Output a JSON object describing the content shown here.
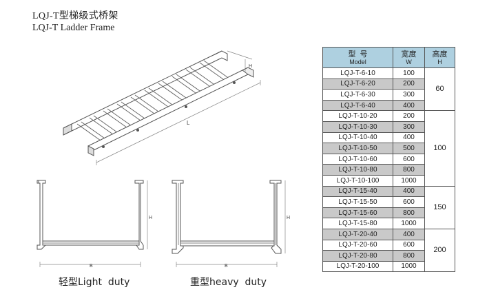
{
  "header": {
    "title_cn": "LQJ-T型梯级式桥架",
    "title_en": "LQJ-T Ladder Frame"
  },
  "diagram": {
    "length_label": "L",
    "height_label": "H",
    "width_label": "B"
  },
  "captions": {
    "light": "轻型Light  duty",
    "heavy": "重型heavy  duty"
  },
  "table": {
    "headers": {
      "model_cn": "型  号",
      "model_en": "Model",
      "width_cn": "宽度",
      "width_en": "W",
      "height_cn": "高度",
      "height_en": "H"
    },
    "rows": [
      {
        "model": "LQJ-T-6-10",
        "w": "100",
        "shade": false
      },
      {
        "model": "LQJ-T-6-20",
        "w": "200",
        "shade": true
      },
      {
        "model": "LQJ-T-6-30",
        "w": "300",
        "shade": false
      },
      {
        "model": "LQJ-T-6-40",
        "w": "400",
        "shade": true
      },
      {
        "model": "LQJ-T-10-20",
        "w": "200",
        "shade": false
      },
      {
        "model": "LQJ-T-10-30",
        "w": "300",
        "shade": true
      },
      {
        "model": "LQJ-T-10-40",
        "w": "400",
        "shade": false
      },
      {
        "model": "LQJ-T-10-50",
        "w": "500",
        "shade": true
      },
      {
        "model": "LQJ-T-10-60",
        "w": "600",
        "shade": false
      },
      {
        "model": "LQJ-T-10-80",
        "w": "800",
        "shade": true
      },
      {
        "model": "LQJ-T-10-100",
        "w": "1000",
        "shade": false
      },
      {
        "model": "LQJ-T-15-40",
        "w": "400",
        "shade": true
      },
      {
        "model": "LQJ-T-15-50",
        "w": "600",
        "shade": false
      },
      {
        "model": "LQJ-T-15-60",
        "w": "800",
        "shade": true
      },
      {
        "model": "LQJ-T-15-80",
        "w": "1000",
        "shade": false
      },
      {
        "model": "LQJ-T-20-40",
        "w": "400",
        "shade": true
      },
      {
        "model": "LQJ-T-20-60",
        "w": "600",
        "shade": false
      },
      {
        "model": "LQJ-T-20-80",
        "w": "800",
        "shade": true
      },
      {
        "model": "LQJ-T-20-100",
        "w": "1000",
        "shade": false
      }
    ],
    "heights": [
      {
        "value": "60",
        "span": 4
      },
      {
        "value": "100",
        "span": 7
      },
      {
        "value": "150",
        "span": 4
      },
      {
        "value": "200",
        "span": 4
      }
    ]
  }
}
